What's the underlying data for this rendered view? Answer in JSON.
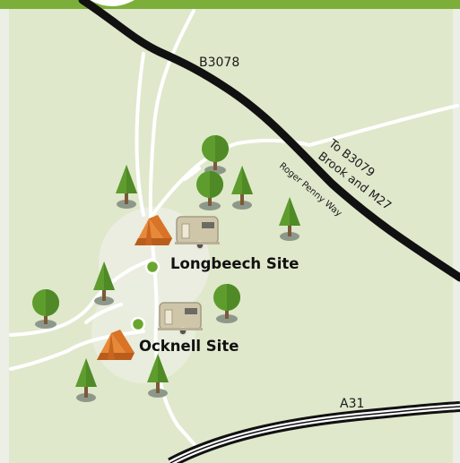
{
  "colors": {
    "land": "#dfe8cb",
    "header_bar": "#7caf3a",
    "edge_left": "#ecefe6",
    "major_road": "#111111",
    "minor_road": "#ffffff",
    "site_dot": "#6aa62e",
    "tree_canopy": "#5e9c2e",
    "tree_shadow": "#8e988a",
    "tent_orange": "#e8893a",
    "caravan": "#cfc6aa",
    "site_area": "#eaede0"
  },
  "roads": {
    "b3078": "B3078",
    "a31": "A31",
    "to_b3079_line1": "To B3079",
    "to_b3079_line2": "Brook and M27",
    "roger_penny_way": "Roger Penny Way"
  },
  "sites": [
    {
      "name": "Longbeech Site",
      "icons": [
        "tent-icon",
        "caravan-icon"
      ]
    },
    {
      "name": "Ocknell Site",
      "icons": [
        "tent-icon",
        "caravan-icon"
      ]
    }
  ]
}
